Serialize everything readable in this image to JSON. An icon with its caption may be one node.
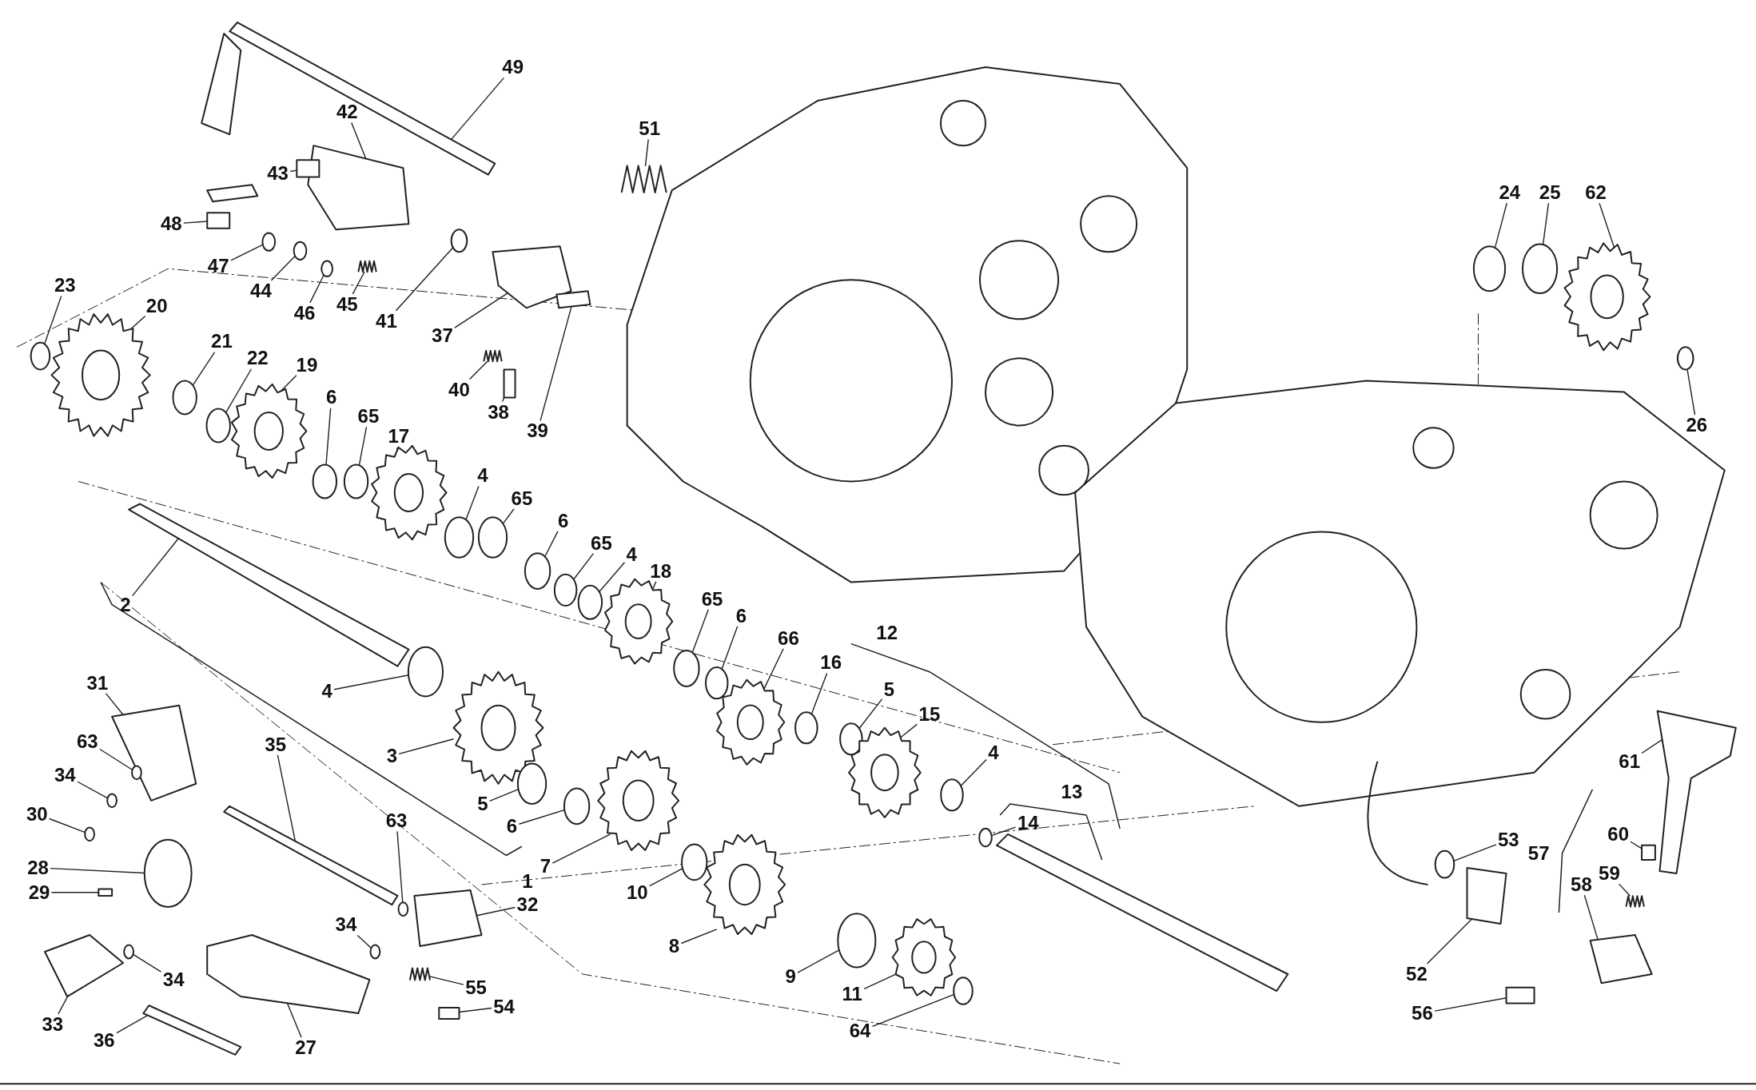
{
  "diagram": {
    "nodes": [
      {
        "text": [
          "49"
        ]
      },
      {
        "text": [
          "42"
        ]
      },
      {
        "text": [
          "51"
        ]
      },
      {
        "text": [
          "43"
        ]
      },
      {
        "text": [
          "48"
        ]
      },
      {
        "text": [
          "47"
        ]
      },
      {
        "text": [
          "44"
        ]
      },
      {
        "text": [
          "46"
        ]
      },
      {
        "text": [
          "45"
        ]
      },
      {
        "text": [
          "41"
        ]
      },
      {
        "text": [
          "37"
        ]
      },
      {
        "text": [
          "40"
        ]
      },
      {
        "text": [
          "38"
        ]
      },
      {
        "text": [
          "39"
        ]
      },
      {
        "text": [
          "23"
        ]
      },
      {
        "text": [
          "20"
        ]
      },
      {
        "text": [
          "21"
        ]
      },
      {
        "text": [
          "22"
        ]
      },
      {
        "text": [
          "19"
        ]
      },
      {
        "text": [
          "6"
        ]
      },
      {
        "text": [
          "65"
        ]
      },
      {
        "text": [
          "17"
        ]
      },
      {
        "text": [
          "4"
        ]
      },
      {
        "text": [
          "65"
        ]
      },
      {
        "text": [
          "6"
        ]
      },
      {
        "text": [
          "65"
        ]
      },
      {
        "text": [
          "4"
        ]
      },
      {
        "text": [
          "18"
        ]
      },
      {
        "text": [
          "65"
        ]
      },
      {
        "text": [
          "6"
        ]
      },
      {
        "text": [
          "66"
        ]
      },
      {
        "text": [
          "16"
        ]
      },
      {
        "text": [
          "5"
        ]
      },
      {
        "text": [
          "15"
        ]
      },
      {
        "text": [
          "4"
        ]
      },
      {
        "text": [
          "14"
        ]
      },
      {
        "text": [
          "2"
        ]
      },
      {
        "text": [
          "31"
        ]
      },
      {
        "text": [
          "63"
        ]
      },
      {
        "text": [
          "34"
        ]
      },
      {
        "text": [
          "30"
        ]
      },
      {
        "text": [
          "28"
        ]
      },
      {
        "text": [
          "29"
        ]
      },
      {
        "text": [
          "33"
        ]
      },
      {
        "text": [
          "34"
        ]
      },
      {
        "text": [
          "36"
        ]
      },
      {
        "text": [
          "35"
        ]
      },
      {
        "text": [
          "27"
        ]
      },
      {
        "text": [
          "63"
        ]
      },
      {
        "text": [
          "34"
        ]
      },
      {
        "text": [
          "32"
        ]
      },
      {
        "text": [
          "55"
        ]
      },
      {
        "text": [
          "54"
        ]
      },
      {
        "text": [
          "4"
        ]
      },
      {
        "text": [
          "3"
        ]
      },
      {
        "text": [
          "5"
        ]
      },
      {
        "text": [
          "6"
        ]
      },
      {
        "text": [
          "7"
        ]
      },
      {
        "text": [
          "10"
        ]
      },
      {
        "text": [
          "8"
        ]
      },
      {
        "text": [
          "9"
        ]
      },
      {
        "text": [
          "11"
        ]
      },
      {
        "text": [
          "64"
        ]
      },
      {
        "text": [
          "24"
        ]
      },
      {
        "text": [
          "25"
        ]
      },
      {
        "text": [
          "62"
        ]
      },
      {
        "text": [
          "26"
        ]
      },
      {
        "text": [
          "61"
        ]
      },
      {
        "text": [
          "53"
        ]
      },
      {
        "text": [
          "60"
        ]
      },
      {
        "text": [
          "59"
        ]
      },
      {
        "text": [
          "58"
        ]
      },
      {
        "text": [
          "52"
        ]
      },
      {
        "text": [
          "56"
        ]
      },
      {
        "text": [],
        "shape": "bar"
      },
      {
        "text": [],
        "shape": "box"
      },
      {
        "text": [],
        "shape": "spring"
      },
      {
        "text": [],
        "shape": "box"
      },
      {
        "text": [],
        "shape": "box"
      },
      {
        "text": [],
        "shape": "circle"
      },
      {
        "text": [],
        "shape": "circle"
      },
      {
        "text": [],
        "shape": "circle"
      },
      {
        "text": [],
        "shape": "spring"
      },
      {
        "text": [],
        "shape": "circle"
      },
      {
        "text": [],
        "shape": "box"
      },
      {
        "text": [],
        "shape": "spring"
      },
      {
        "text": [],
        "shape": "box"
      },
      {
        "text": [],
        "shape": "box"
      },
      {
        "text": [],
        "shape": "circle"
      },
      {
        "text": [],
        "shape": "gear"
      },
      {
        "text": [],
        "shape": "circle"
      },
      {
        "text": [],
        "shape": "circle"
      },
      {
        "text": [],
        "shape": "gear"
      },
      {
        "text": [],
        "shape": "circle"
      },
      {
        "text": [],
        "shape": "circle"
      },
      {
        "text": [],
        "shape": "gear"
      },
      {
        "text": [],
        "shape": "circle"
      },
      {
        "text": [],
        "shape": "circle"
      },
      {
        "text": [],
        "shape": "circle"
      },
      {
        "text": [],
        "shape": "circle"
      },
      {
        "text": [],
        "shape": "circle"
      },
      {
        "text": [],
        "shape": "gear"
      },
      {
        "text": [],
        "shape": "circle"
      },
      {
        "text": [],
        "shape": "circle"
      },
      {
        "text": [],
        "shape": "gear"
      },
      {
        "text": [],
        "shape": "circle"
      },
      {
        "text": [],
        "shape": "circle"
      },
      {
        "text": [],
        "shape": "gear"
      },
      {
        "text": [],
        "shape": "circle"
      },
      {
        "text": [],
        "shape": "circle"
      },
      {
        "text": [],
        "shape": "bar"
      },
      {
        "text": [],
        "shape": "box"
      },
      {
        "text": [],
        "shape": "circle"
      },
      {
        "text": [],
        "shape": "circle"
      },
      {
        "text": [],
        "shape": "circle"
      },
      {
        "text": [],
        "shape": "circle"
      },
      {
        "text": [],
        "shape": "box"
      },
      {
        "text": [],
        "shape": "box"
      },
      {
        "text": [],
        "shape": "circle"
      },
      {
        "text": [],
        "shape": "bar"
      },
      {
        "text": [],
        "shape": "bar"
      },
      {
        "text": [],
        "shape": "box"
      },
      {
        "text": [],
        "shape": "circle"
      },
      {
        "text": [],
        "shape": "circle"
      },
      {
        "text": [],
        "shape": "box"
      },
      {
        "text": [],
        "shape": "spring"
      },
      {
        "text": [],
        "shape": "box"
      },
      {
        "text": [],
        "shape": "circle"
      },
      {
        "text": [],
        "shape": "gear"
      },
      {
        "text": [],
        "shape": "circle"
      },
      {
        "text": [],
        "shape": "circle"
      },
      {
        "text": [],
        "shape": "gear"
      },
      {
        "text": [],
        "shape": "circle"
      },
      {
        "text": [],
        "shape": "gear"
      },
      {
        "text": [],
        "shape": "circle"
      },
      {
        "text": [],
        "shape": "gear"
      },
      {
        "text": [],
        "shape": "circle"
      },
      {
        "text": [],
        "shape": "circle"
      },
      {
        "text": [],
        "shape": "circle"
      },
      {
        "text": [],
        "shape": "gear"
      },
      {
        "text": [],
        "shape": "circle"
      },
      {
        "text": [],
        "shape": "box"
      },
      {
        "text": [],
        "shape": "circle"
      },
      {
        "text": [],
        "shape": "box"
      },
      {
        "text": [],
        "shape": "spring"
      },
      {
        "text": [],
        "shape": "box"
      },
      {
        "text": [],
        "shape": "box"
      },
      {
        "text": [],
        "shape": "box"
      },
      {
        "text": [],
        "shape": "box"
      },
      {
        "text": [],
        "shape": "box"
      },
      {
        "text": [],
        "shape": "bar"
      }
    ],
    "edges": [
      {
        "from": 0,
        "to": 74,
        "arrow": "none"
      },
      {
        "from": 1,
        "to": 75,
        "arrow": "none"
      },
      {
        "from": 2,
        "to": 76,
        "arrow": "none"
      },
      {
        "from": 3,
        "to": 77,
        "arrow": "none"
      },
      {
        "from": 4,
        "to": 78,
        "arrow": "none"
      },
      {
        "from": 5,
        "to": 79,
        "arrow": "none"
      },
      {
        "from": 6,
        "to": 80,
        "arrow": "none"
      },
      {
        "from": 7,
        "to": 81,
        "arrow": "none"
      },
      {
        "from": 8,
        "to": 82,
        "arrow": "none"
      },
      {
        "from": 9,
        "to": 83,
        "arrow": "none"
      },
      {
        "from": 10,
        "to": 84,
        "arrow": "none"
      },
      {
        "from": 11,
        "to": 85,
        "arrow": "none"
      },
      {
        "from": 12,
        "to": 86,
        "arrow": "none"
      },
      {
        "from": 13,
        "to": 87,
        "arrow": "none"
      },
      {
        "from": 14,
        "to": 88,
        "arrow": "none"
      },
      {
        "from": 15,
        "to": 89,
        "arrow": "none"
      },
      {
        "from": 16,
        "to": 90,
        "arrow": "none"
      },
      {
        "from": 17,
        "to": 91,
        "arrow": "none"
      },
      {
        "from": 18,
        "to": 92,
        "arrow": "none"
      },
      {
        "from": 19,
        "to": 93,
        "arrow": "none"
      },
      {
        "from": 20,
        "to": 94,
        "arrow": "none"
      },
      {
        "from": 21,
        "to": 95,
        "arrow": "none"
      },
      {
        "from": 22,
        "to": 96,
        "arrow": "none"
      },
      {
        "from": 23,
        "to": 97,
        "arrow": "none"
      },
      {
        "from": 24,
        "to": 98,
        "arrow": "none"
      },
      {
        "from": 25,
        "to": 99,
        "arrow": "none"
      },
      {
        "from": 26,
        "to": 100,
        "arrow": "none"
      },
      {
        "from": 27,
        "to": 101,
        "arrow": "none"
      },
      {
        "from": 28,
        "to": 102,
        "arrow": "none"
      },
      {
        "from": 29,
        "to": 103,
        "arrow": "none"
      },
      {
        "from": 30,
        "to": 104,
        "arrow": "none"
      },
      {
        "from": 31,
        "to": 105,
        "arrow": "none"
      },
      {
        "from": 32,
        "to": 106,
        "arrow": "none"
      },
      {
        "from": 33,
        "to": 107,
        "arrow": "none"
      },
      {
        "from": 34,
        "to": 108,
        "arrow": "none"
      },
      {
        "from": 35,
        "to": 109,
        "arrow": "none"
      },
      {
        "from": 36,
        "to": 110,
        "arrow": "none"
      },
      {
        "from": 37,
        "to": 111,
        "arrow": "none"
      },
      {
        "from": 38,
        "to": 112,
        "arrow": "none"
      },
      {
        "from": 39,
        "to": 113,
        "arrow": "none"
      },
      {
        "from": 40,
        "to": 114,
        "arrow": "none"
      },
      {
        "from": 41,
        "to": 115,
        "arrow": "none"
      },
      {
        "from": 42,
        "to": 116,
        "arrow": "none"
      },
      {
        "from": 43,
        "to": 117,
        "arrow": "none"
      },
      {
        "from": 44,
        "to": 118,
        "arrow": "none"
      },
      {
        "from": 45,
        "to": 119,
        "arrow": "none"
      },
      {
        "from": 46,
        "to": 120,
        "arrow": "none"
      },
      {
        "from": 47,
        "to": 121,
        "arrow": "none"
      },
      {
        "from": 48,
        "to": 122,
        "arrow": "none"
      },
      {
        "from": 49,
        "to": 123,
        "arrow": "none"
      },
      {
        "from": 50,
        "to": 124,
        "arrow": "none"
      },
      {
        "from": 51,
        "to": 125,
        "arrow": "none"
      },
      {
        "from": 52,
        "to": 126,
        "arrow": "none"
      },
      {
        "from": 53,
        "to": 127,
        "arrow": "none"
      },
      {
        "from": 54,
        "to": 128,
        "arrow": "none"
      },
      {
        "from": 55,
        "to": 129,
        "arrow": "none"
      },
      {
        "from": 56,
        "to": 130,
        "arrow": "none"
      },
      {
        "from": 57,
        "to": 131,
        "arrow": "none"
      },
      {
        "from": 58,
        "to": 132,
        "arrow": "none"
      },
      {
        "from": 59,
        "to": 133,
        "arrow": "none"
      },
      {
        "from": 60,
        "to": 134,
        "arrow": "none"
      },
      {
        "from": 61,
        "to": 135,
        "arrow": "none"
      },
      {
        "from": 62,
        "to": 136,
        "arrow": "none"
      },
      {
        "from": 63,
        "to": 137,
        "arrow": "none"
      },
      {
        "from": 64,
        "to": 138,
        "arrow": "none"
      },
      {
        "from": 65,
        "to": 139,
        "arrow": "none"
      },
      {
        "from": 66,
        "to": 140,
        "arrow": "none"
      },
      {
        "from": 67,
        "to": 141,
        "arrow": "none"
      },
      {
        "from": 68,
        "to": 142,
        "arrow": "none"
      },
      {
        "from": 69,
        "to": 143,
        "arrow": "none"
      },
      {
        "from": 70,
        "to": 144,
        "arrow": "none"
      },
      {
        "from": 71,
        "to": 145,
        "arrow": "none"
      },
      {
        "from": 72,
        "to": 146,
        "arrow": "none"
      },
      {
        "from": 73,
        "to": 147,
        "arrow": "none"
      }
    ],
    "labels": [
      "12",
      "13",
      "1",
      "57"
    ]
  }
}
